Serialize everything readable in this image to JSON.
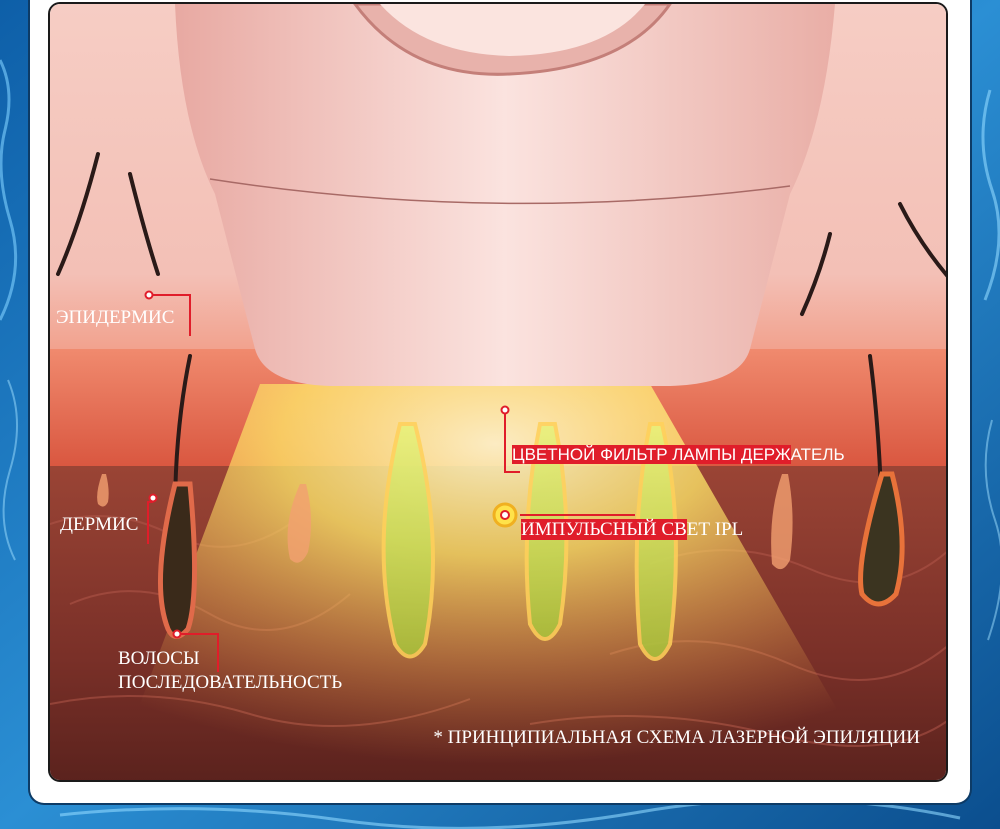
{
  "labels": {
    "epidermis": "ЭПИДЕРМИС",
    "dermis": "ДЕРМИС",
    "hair_line1": "ВОЛОСЫ",
    "hair_line2": "ПОСЛЕДОВАТЕЛЬНОСТЬ",
    "filter_highlight": "ЦВЕТНОЙ ФИЛЬТР ЛАМПЫ ДЕРЖ",
    "filter_rest": "АТЕЛЬ",
    "pulse_highlight": "ИМПУЛЬСНЫЙ СВ",
    "pulse_rest": "ЕТ IPL"
  },
  "caption": "* ПРИНЦИПИАЛЬНАЯ СХЕМА ЛАЗЕРНОЙ ЭПИЛЯЦИИ",
  "colors": {
    "accent_red": "#e01d2a",
    "device_pink": "#f3c6bf",
    "light_yellow": "#fff27a",
    "skin_dermis": "#8a3a2e",
    "frame_blue": "#1d6fb0"
  }
}
